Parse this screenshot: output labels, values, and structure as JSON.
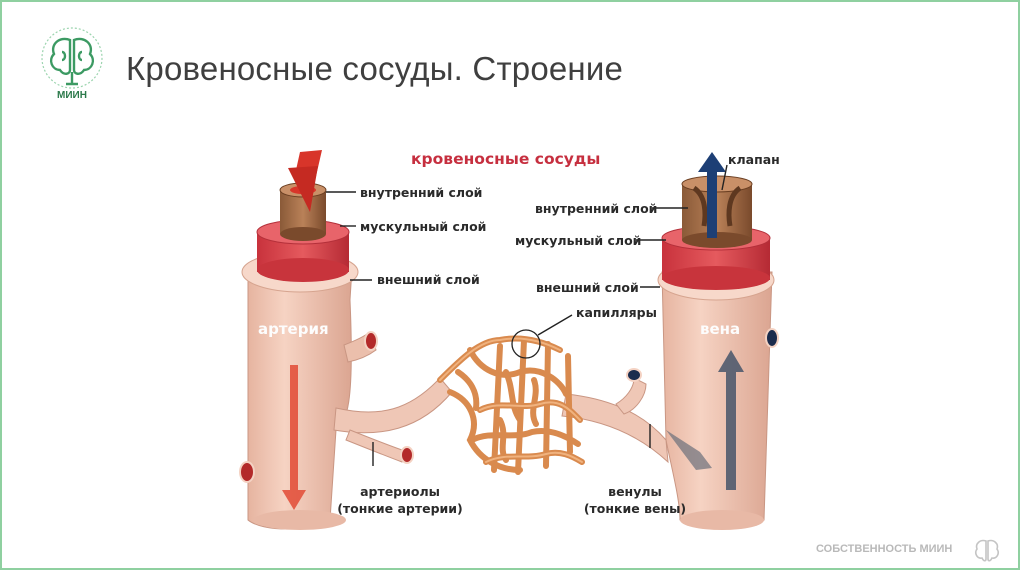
{
  "slide": {
    "title": "Кровеносные сосуды. Строение",
    "logo_text": "МИИН",
    "footer": "СОБСТВЕННОСТЬ МИИН"
  },
  "diagram": {
    "title": "кровеносные сосуды",
    "artery_name": "артерия",
    "vein_name": "вена",
    "artery_labels": {
      "inner": "внутренний слой",
      "muscle": "мускульный слой",
      "outer": "внешний слой"
    },
    "vein_labels": {
      "valve": "клапан",
      "inner": "внутренний слой",
      "muscle": "мускульный слой",
      "outer": "внешний слой"
    },
    "capillaries": "капилляры",
    "arterioles": "артериолы",
    "arterioles_note": "(тонкие артерии)",
    "venules": "венулы",
    "venules_note": "(тонкие вены)"
  },
  "colors": {
    "artery_flow": "#d8352a",
    "vein_flow": "#1d3f75",
    "vessel_wall": "#f0c6b4",
    "muscle": "#d6404a",
    "capillary": "#d98a4e",
    "title_accent": "#c62f3f",
    "frame": "#8fd0a0"
  }
}
